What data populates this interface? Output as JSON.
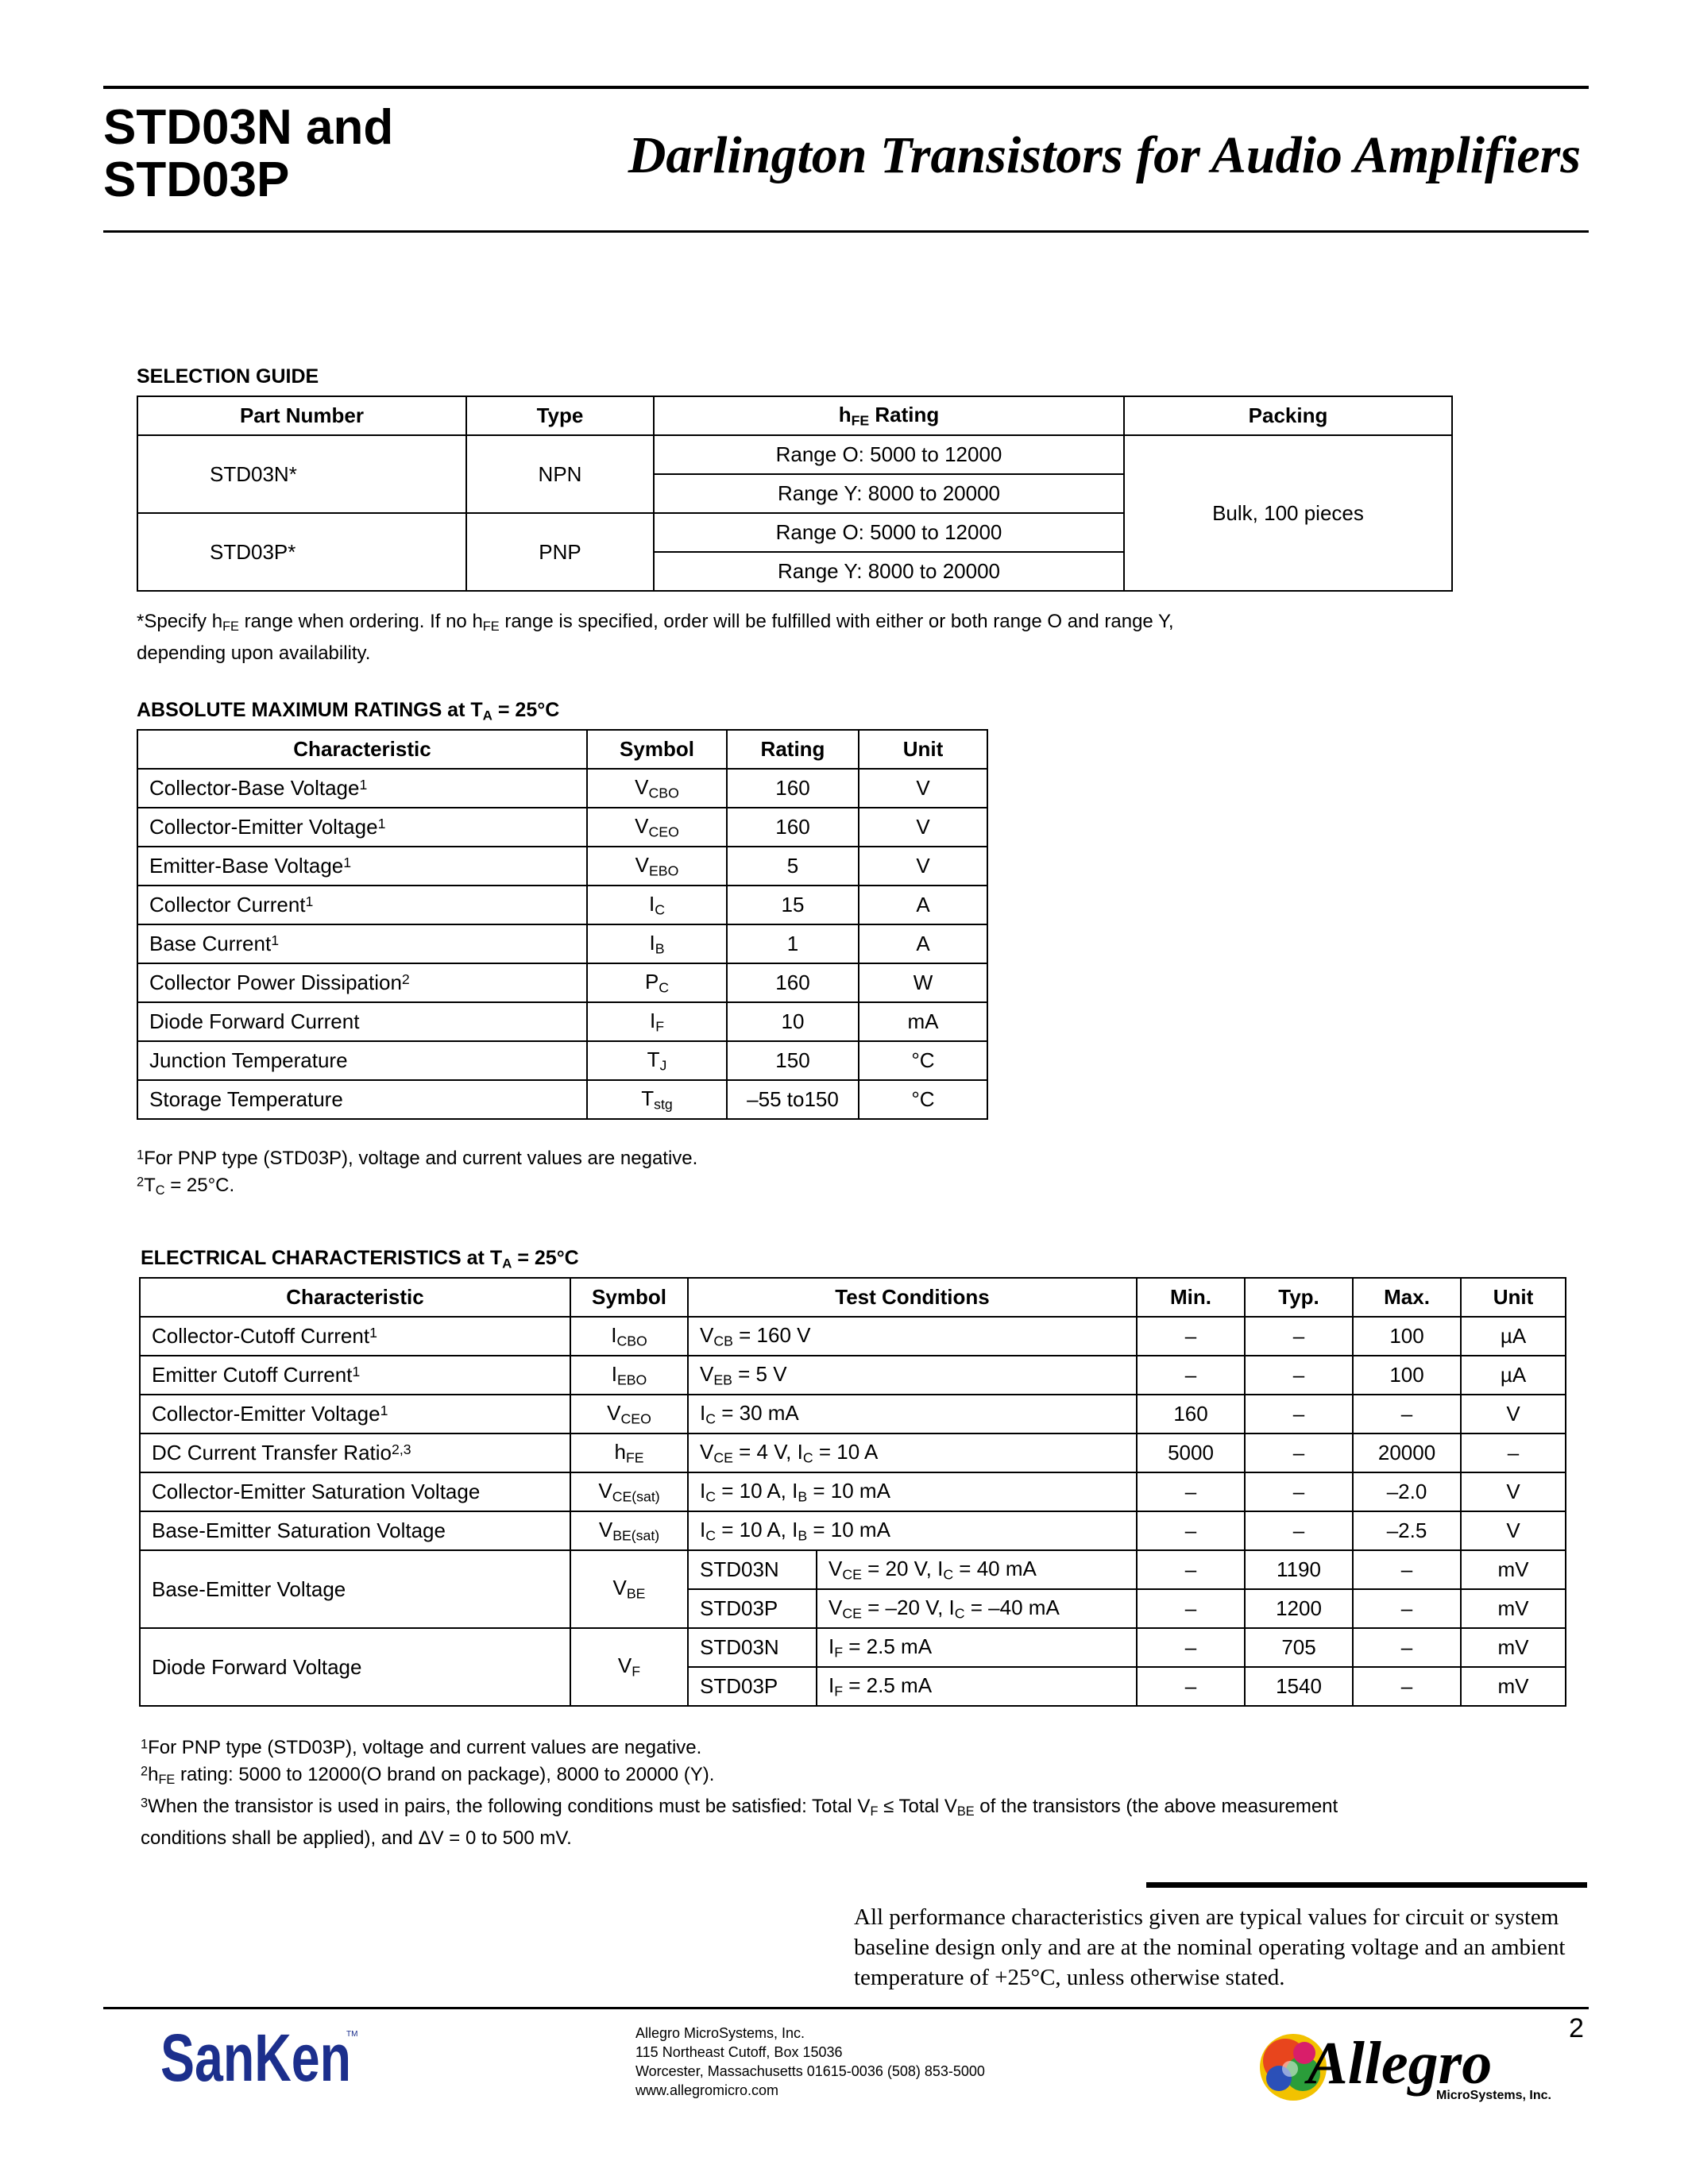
{
  "header": {
    "part_line1": "STD03N and",
    "part_line2": "STD03P",
    "title": "Darlington Transistors for Audio Amplifiers"
  },
  "selection_guide": {
    "heading": "SELECTION GUIDE",
    "columns": [
      "Part Number",
      "Type",
      "Rating",
      "Packing"
    ],
    "hfe_symbol": "h",
    "hfe_sub": "FE",
    "rows": [
      {
        "part": "STD03N*",
        "type": "NPN",
        "ranges": [
          "Range O: 5000 to 12000",
          "Range Y: 8000 to 20000"
        ]
      },
      {
        "part": "STD03P*",
        "type": "PNP",
        "ranges": [
          "Range O: 5000 to 12000",
          "Range Y: 8000 to 20000"
        ]
      }
    ],
    "packing": "Bulk, 100 pieces",
    "footnote": {
      "p1": "*Specify h",
      "sub1": "FE",
      "p2": " range when ordering. If no h",
      "sub2": "FE",
      "p3": " range is specified, order will be fulfilled with either or both range O and range Y,",
      "line2": "depending upon availability."
    }
  },
  "abs_max": {
    "heading_pre": "ABSOLUTE MAXIMUM RATINGS at T",
    "heading_sub": "A",
    "heading_post": " =  25°C",
    "columns": [
      "Characteristic",
      "Symbol",
      "Rating",
      "Unit"
    ],
    "rows": [
      {
        "char": "Collector-Base Voltage",
        "note": "1",
        "sym": "V",
        "sub": "CBO",
        "rating": "160",
        "unit": "V"
      },
      {
        "char": "Collector-Emitter Voltage",
        "note": "1",
        "sym": "V",
        "sub": "CEO",
        "rating": "160",
        "unit": "V"
      },
      {
        "char": "Emitter-Base Voltage",
        "note": "1",
        "sym": "V",
        "sub": "EBO",
        "rating": "5",
        "unit": "V"
      },
      {
        "char": "Collector Current",
        "note": "1",
        "sym": "I",
        "sub": "C",
        "rating": "15",
        "unit": "A"
      },
      {
        "char": "Base Current",
        "note": "1",
        "sym": "I",
        "sub": "B",
        "rating": "1",
        "unit": "A"
      },
      {
        "char": "Collector Power Dissipation",
        "note": "2",
        "sym": "P",
        "sub": "C",
        "rating": "160",
        "unit": "W"
      },
      {
        "char": "Diode Forward Current",
        "note": "",
        "sym": "I",
        "sub": "F",
        "rating": "10",
        "unit": "mA"
      },
      {
        "char": "Junction Temperature",
        "note": "",
        "sym": "T",
        "sub": "J",
        "rating": "150",
        "unit": "°C"
      },
      {
        "char": "Storage Temperature",
        "note": "",
        "sym": "T",
        "sub": "stg",
        "rating": "–55 to150",
        "unit": "°C"
      }
    ],
    "footnote1_mark": "1",
    "footnote1": "For PNP type (STD03P), voltage and current values are negative.",
    "footnote2_mark": "2",
    "footnote2_a": "T",
    "footnote2_sub": "C",
    "footnote2_b": " =  25°C."
  },
  "elec": {
    "heading_pre": "ELECTRICAL CHARACTERISTICS at T",
    "heading_sub": "A",
    "heading_post": " =  25°C",
    "columns": [
      "Characteristic",
      "Symbol",
      "Test Conditions",
      "Min.",
      "Typ.",
      "Max.",
      "Unit"
    ],
    "rows": [
      {
        "char": "Collector-Cutoff Current",
        "note": "1",
        "sym": "I",
        "sub": "CBO",
        "cond": [
          [
            "V",
            "CB",
            " = 160 V"
          ]
        ],
        "min": "–",
        "typ": "–",
        "max": "100",
        "unit": "µA"
      },
      {
        "char": "Emitter Cutoff Current",
        "note": "1",
        "sym": "I",
        "sub": "EBO",
        "cond": [
          [
            "V",
            "EB",
            " = 5 V"
          ]
        ],
        "min": "–",
        "typ": "–",
        "max": "100",
        "unit": "µA"
      },
      {
        "char": "Collector-Emitter Voltage",
        "note": "1",
        "sym": "V",
        "sub": "CEO",
        "cond": [
          [
            "I",
            "C",
            " = 30 mA"
          ]
        ],
        "min": "160",
        "typ": "–",
        "max": "–",
        "unit": "V"
      },
      {
        "char": "DC Current Transfer Ratio",
        "note": "2,3",
        "sym": "h",
        "sub": "FE",
        "cond": [
          [
            "V",
            "CE",
            " = 4 V, "
          ],
          [
            "I",
            "C",
            " = 10 A"
          ]
        ],
        "min": "5000",
        "typ": "–",
        "max": "20000",
        "unit": "–"
      },
      {
        "char": "Collector-Emitter Saturation Voltage",
        "note": "",
        "sym": "V",
        "sub": "CE(sat)",
        "cond": [
          [
            "I",
            "C",
            " = 10 A, "
          ],
          [
            "I",
            "B",
            " = 10 mA"
          ]
        ],
        "min": "–",
        "typ": "–",
        "max": "–2.0",
        "unit": "V"
      },
      {
        "char": "Base-Emitter Saturation Voltage",
        "note": "",
        "sym": "V",
        "sub": "BE(sat)",
        "cond": [
          [
            "I",
            "C",
            " = 10 A, "
          ],
          [
            "I",
            "B",
            " = 10 mA"
          ]
        ],
        "min": "–",
        "typ": "–",
        "max": "–2.5",
        "unit": "V"
      }
    ],
    "be_voltage": {
      "char": "Base-Emitter Voltage",
      "sym": "V",
      "sub": "BE",
      "rows": [
        {
          "part": "STD03N",
          "cond": [
            [
              "V",
              "CE",
              " = 20 V, "
            ],
            [
              "I",
              "C",
              " = 40 mA"
            ]
          ],
          "min": "–",
          "typ": "1190",
          "max": "–",
          "unit": "mV"
        },
        {
          "part": "STD03P",
          "cond": [
            [
              "V",
              "CE",
              " = –20 V, "
            ],
            [
              "I",
              "C",
              " = –40 mA"
            ]
          ],
          "min": "–",
          "typ": "1200",
          "max": "–",
          "unit": "mV"
        }
      ]
    },
    "diode_voltage": {
      "char": "Diode Forward Voltage",
      "sym": "V",
      "sub": "F",
      "rows": [
        {
          "part": "STD03N",
          "cond": [
            [
              "I",
              "F",
              " = 2.5 mA"
            ]
          ],
          "min": "–",
          "typ": "705",
          "max": "–",
          "unit": "mV"
        },
        {
          "part": "STD03P",
          "cond": [
            [
              "I",
              "F",
              " = 2.5 mA"
            ]
          ],
          "min": "–",
          "typ": "1540",
          "max": "–",
          "unit": "mV"
        }
      ]
    },
    "footnote1_mark": "1",
    "footnote1": "For PNP type (STD03P), voltage and current values are negative.",
    "footnote2_mark": "2",
    "footnote2_a": "h",
    "footnote2_sub": "FE",
    "footnote2_b": " rating: 5000 to 12000(O brand on package), 8000 to 20000 (Y).",
    "footnote3_mark": "3",
    "footnote3_a": "When the transistor is used in pairs, the following conditions must be satisfied: Total V",
    "footnote3_sub1": "F",
    "footnote3_b": " ≤ Total V",
    "footnote3_sub2": "BE",
    "footnote3_c": " of the transistors (the above measurement",
    "footnote3_line2": "conditions shall be applied), and ΔV = 0 to 500 mV."
  },
  "performance_note": "All performance characteristics given are typical values for circuit or system baseline design only and are at the nominal operating voltage and an ambient temperature of +25°C, unless otherwise stated.",
  "footer": {
    "sanken_logo": "SanKen",
    "sanken_tm": "TM",
    "address": [
      "Allegro MicroSystems, Inc.",
      "115 Northeast Cutoff, Box 15036",
      "Worcester, Massachusetts 01615-0036  (508) 853-5000",
      "www.allegromicro.com"
    ],
    "page_number": "2",
    "allegro_logo": "Allegro",
    "allegro_sub": "MicroSystems, Inc.",
    "brand_color": "#1c2f8c"
  }
}
